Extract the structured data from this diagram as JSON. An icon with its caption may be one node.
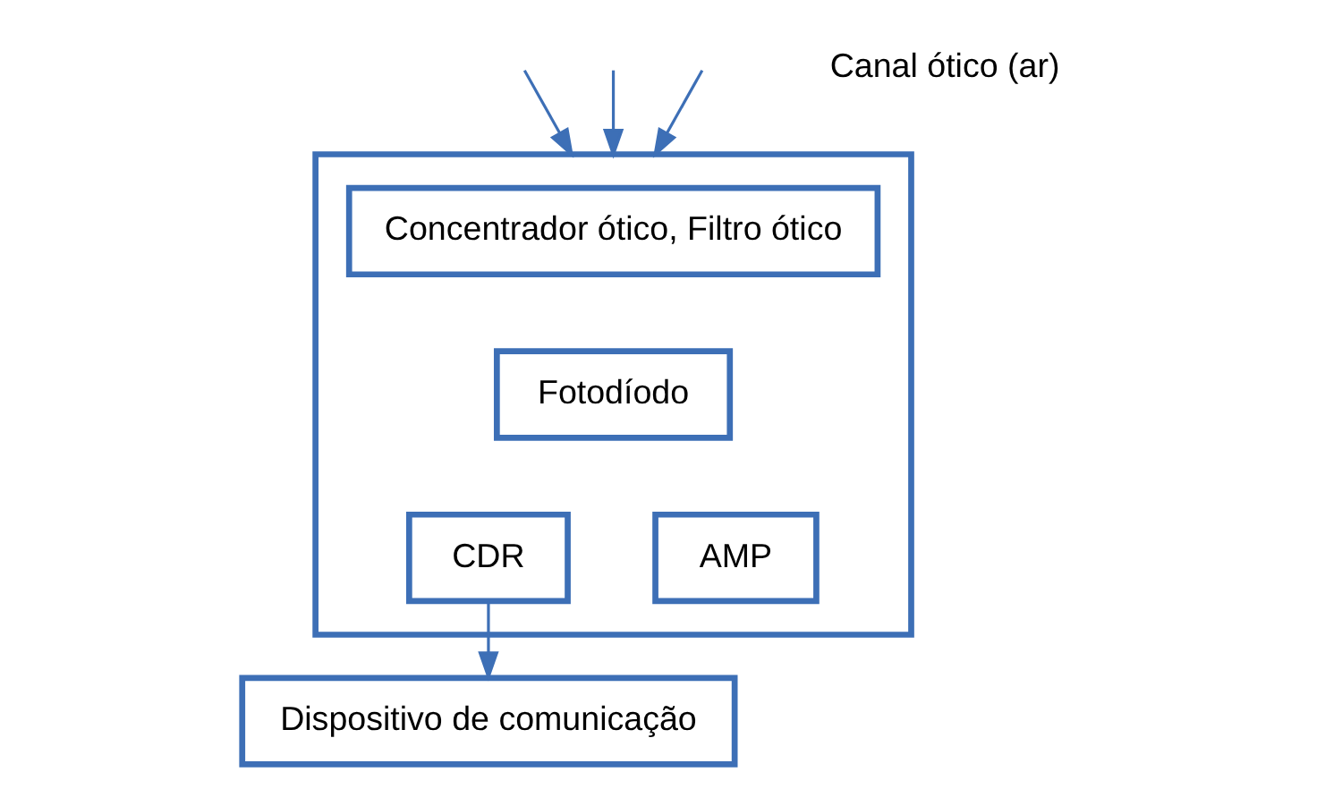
{
  "diagram": {
    "nodes": [
      {
        "text": [],
        "shape": "box"
      },
      {
        "text": [
          "Concentrador ótico, Filtro ótico"
        ],
        "in": 0
      },
      {
        "text": [
          "Fotodíodo"
        ],
        "in": 0
      },
      {
        "text": [
          "CDR"
        ],
        "in": 0
      },
      {
        "text": [
          "AMP"
        ],
        "in": 0
      },
      {
        "text": [
          "Dispositivo de comunicação"
        ]
      }
    ],
    "edges": [
      {
        "from": null,
        "to": 0,
        "arrow": "to"
      },
      {
        "from": null,
        "to": 0,
        "arrow": "to"
      },
      {
        "from": null,
        "to": 0,
        "arrow": "to"
      },
      {
        "from": 3,
        "to": 5,
        "arrow": "to"
      }
    ],
    "labels": [
      "Canal ótico (ar)"
    ]
  }
}
